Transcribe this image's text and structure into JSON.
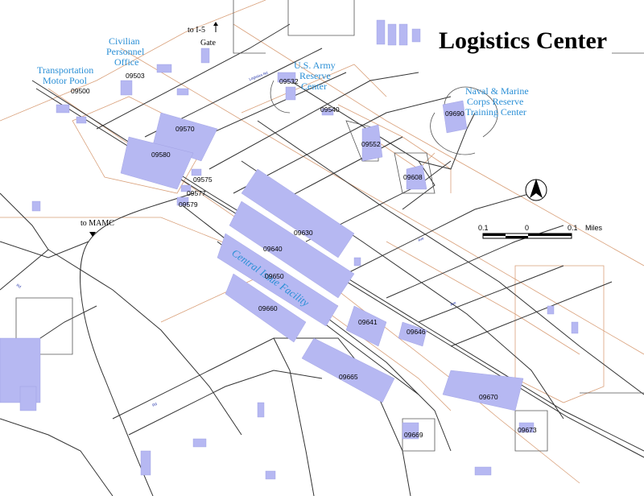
{
  "title": "Logistics Center",
  "facilities": [
    {
      "id": "transportation",
      "lines": [
        "Transportation",
        "Motor Pool"
      ]
    },
    {
      "id": "civilian",
      "lines": [
        "Civilian",
        "Personnel",
        "Office"
      ]
    },
    {
      "id": "army-reserve",
      "lines": [
        "U.S. Army",
        "Reserve",
        "Center"
      ]
    },
    {
      "id": "naval",
      "lines": [
        "Naval & Marine",
        "Corps Reserve",
        "Training Center"
      ]
    },
    {
      "id": "cif",
      "lines": [
        "Central Issue Facility"
      ]
    }
  ],
  "destinations": {
    "i5": [
      "to I-5",
      "Gate"
    ],
    "mamc": "to MAMC"
  },
  "buildings": [
    "09500",
    "09503",
    "09532",
    "09540",
    "09552",
    "09570",
    "09575",
    "09577",
    "09579",
    "09580",
    "09608",
    "09630",
    "09640",
    "09641",
    "09646",
    "09650",
    "09660",
    "09665",
    "09669",
    "09670",
    "09673",
    "09690"
  ],
  "scale": {
    "left": "0.1",
    "mid": "0",
    "right": "0.1",
    "unit": "Miles"
  },
  "colors": {
    "building": "#b6b8f2",
    "label": "#2a8fd6",
    "road": "#333333",
    "property_line": "#d9a07a",
    "street_label": "#2233aa"
  },
  "icons": {
    "north_arrow": "north-arrow-icon"
  }
}
